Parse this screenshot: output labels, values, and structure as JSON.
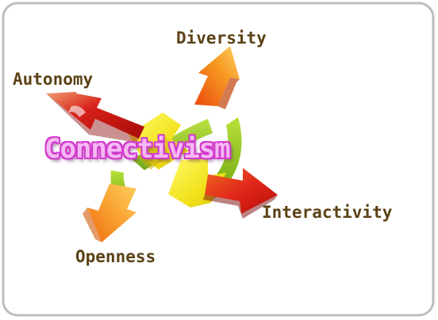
{
  "center_title": "Connectivism",
  "labels": {
    "diversity": "Diversity",
    "autonomy": "Autonomy",
    "interactivity": "Interactivity",
    "openness": "Openness"
  },
  "icons": {
    "diversity_arrow": "arrow-up-icon",
    "autonomy_arrow": "arrow-left-icon",
    "interactivity_arrow": "arrow-right-icon",
    "openness_arrow": "arrow-down-icon",
    "cycle": "cycle-arrows-icon"
  },
  "colors": {
    "label_text": "#5b4216",
    "title_fill": "#f6b8f4",
    "title_outline": "#d13ccd",
    "orange_arrow": "#f78a1a",
    "red_arrow": "#d8180e",
    "yellow_arrow": "#f0e21a",
    "green_arrow": "#8cc21a"
  }
}
